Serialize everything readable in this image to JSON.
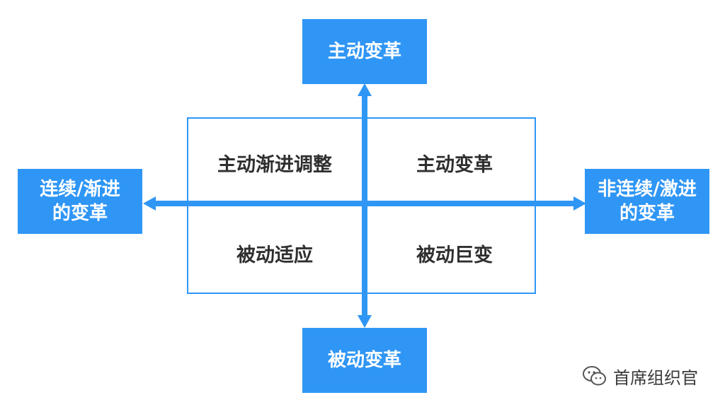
{
  "diagram": {
    "top_box": "主动变革",
    "bottom_box": "被动变革",
    "left_box_line1": "连续/渐进",
    "left_box_line2": "的变革",
    "right_box_line1": "非连续/激进",
    "right_box_line2": "的变革",
    "quadrants": {
      "top_left": "主动渐进调整",
      "top_right": "主动变革",
      "bottom_left": "被动适应",
      "bottom_right": "被动巨变"
    },
    "accent_color": "#2f96f5"
  },
  "watermark": {
    "icon": "wechat-icon",
    "text": "首席组织官"
  }
}
